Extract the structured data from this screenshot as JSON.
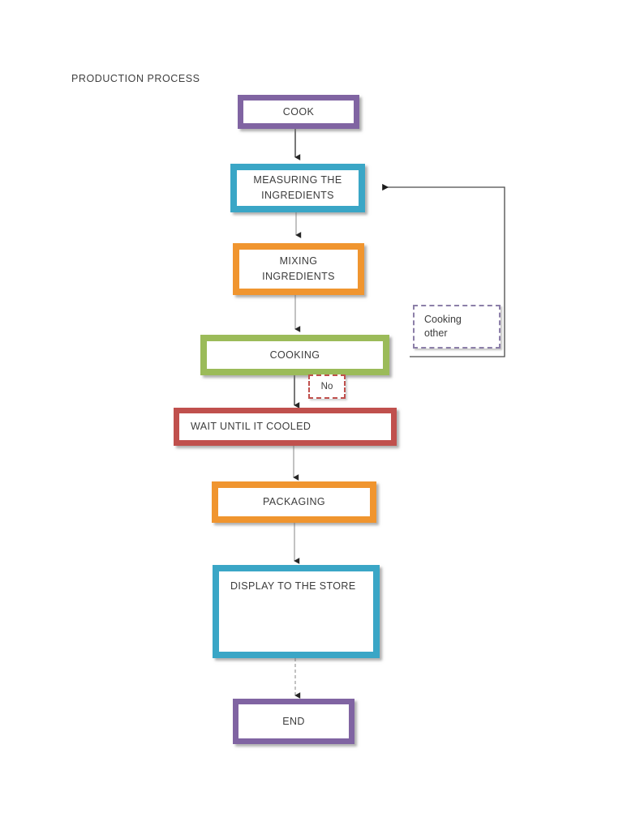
{
  "diagram": {
    "title": "PRODUCTION PROCESS",
    "type": "flowchart",
    "orientation": "vertical-top-down",
    "nodes": [
      {
        "id": "cook",
        "label": "COOK",
        "color": "#8064A2",
        "color_name": "purple",
        "shape": "rectangle",
        "align": "center"
      },
      {
        "id": "measuring",
        "label": "MEASURING THE INGREDIENTS",
        "color": "#3AA6C6",
        "color_name": "teal",
        "shape": "rectangle",
        "align": "center"
      },
      {
        "id": "mixing",
        "label": "MIXING INGREDIENTS",
        "color": "#F0952F",
        "color_name": "orange",
        "shape": "rectangle",
        "align": "center"
      },
      {
        "id": "cooking",
        "label": "COOKING",
        "color": "#9BBB59",
        "color_name": "green",
        "shape": "rectangle",
        "align": "center"
      },
      {
        "id": "wait",
        "label": "WAIT UNTIL IT COOLED",
        "color": "#C0504D",
        "color_name": "red",
        "shape": "rectangle",
        "align": "left"
      },
      {
        "id": "packaging",
        "label": "PACKAGING",
        "color": "#F0952F",
        "color_name": "orange",
        "shape": "rectangle",
        "align": "center"
      },
      {
        "id": "display",
        "label": "DISPLAY TO THE STORE",
        "color": "#3AA6C6",
        "color_name": "teal",
        "shape": "rectangle",
        "align": "top-left"
      },
      {
        "id": "end",
        "label": "END",
        "color": "#8064A2",
        "color_name": "purple",
        "shape": "rectangle",
        "align": "center"
      }
    ],
    "annotations": [
      {
        "id": "cooking-other",
        "label": "Cooking other",
        "line1": "Cooking",
        "line2": "other",
        "color": "#8C7FA8",
        "style": "dashed"
      },
      {
        "id": "no-label",
        "label": "No",
        "color": "#C0504D",
        "style": "dashed"
      }
    ],
    "edges": [
      {
        "from": "cook",
        "to": "measuring",
        "label": ""
      },
      {
        "from": "measuring",
        "to": "mixing",
        "label": ""
      },
      {
        "from": "mixing",
        "to": "cooking",
        "label": ""
      },
      {
        "from": "cooking",
        "to": "wait",
        "label": "No"
      },
      {
        "from": "wait",
        "to": "packaging",
        "label": ""
      },
      {
        "from": "packaging",
        "to": "display",
        "label": ""
      },
      {
        "from": "display",
        "to": "end",
        "label": ""
      },
      {
        "from": "cooking-other",
        "to": "measuring",
        "label": "",
        "style": "feedback-loop"
      }
    ]
  }
}
